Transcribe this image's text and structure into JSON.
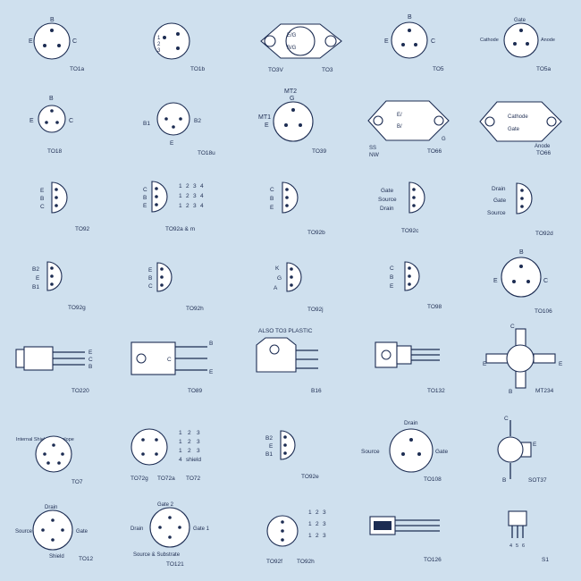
{
  "palette": {
    "background": "#cfe0ee",
    "outline": "#1c2c52",
    "body": "#ffffff",
    "text": "#1e2d52"
  },
  "packages": {
    "to1a": {
      "name": "TO1a",
      "pins": [
        "B",
        "E",
        "C"
      ]
    },
    "to1b": {
      "name": "TO1b",
      "pins": [
        "1",
        "2",
        "3"
      ]
    },
    "to3": {
      "name": "TO3",
      "alias": "TO3V",
      "pins": [
        "E/G",
        "B/G"
      ]
    },
    "to5": {
      "name": "TO5",
      "pins": [
        "B",
        "E",
        "C"
      ]
    },
    "to5a": {
      "name": "TO5a",
      "pins": [
        "Gate",
        "Cathode",
        "Anode"
      ]
    },
    "to18": {
      "name": "TO18",
      "pins": [
        "B",
        "E",
        "C"
      ]
    },
    "to18u": {
      "name": "TO18u",
      "pins": [
        "B1",
        "B2",
        "E"
      ]
    },
    "to39": {
      "name": "TO39",
      "pins": [
        "MT2",
        "G",
        "MT1",
        "E"
      ]
    },
    "to66": {
      "name": "TO66",
      "alias": "NW",
      "pins": [
        "E/",
        "B/",
        "SS",
        "G"
      ]
    },
    "to66a": {
      "name": "TO66",
      "pins": [
        "Cathode",
        "Gate",
        "Anode"
      ]
    },
    "to92": {
      "name": "TO92",
      "pins": [
        "E",
        "B",
        "C"
      ]
    },
    "to92a": {
      "name": "TO92a & m",
      "pins": [
        "C",
        "B",
        "E"
      ],
      "table": [
        [
          "1",
          "2",
          "3",
          "4"
        ],
        [
          "1",
          "2",
          "3",
          "4"
        ],
        [
          "1",
          "2",
          "3",
          "4"
        ]
      ]
    },
    "to92b": {
      "name": "TO92b",
      "pins": [
        "C",
        "B",
        "E"
      ]
    },
    "to92c": {
      "name": "TO92c",
      "pins": [
        "Gate",
        "Source",
        "Drain"
      ]
    },
    "to92d": {
      "name": "TO92d",
      "pins": [
        "Drain",
        "Gate",
        "Source"
      ]
    },
    "to92g": {
      "name": "TO92g",
      "pins": [
        "B2",
        "E",
        "B1"
      ]
    },
    "to92h": {
      "name": "TO92h",
      "pins": [
        "E",
        "B",
        "C"
      ]
    },
    "to92j": {
      "name": "TO92j",
      "pins": [
        "K",
        "G",
        "A"
      ]
    },
    "to98": {
      "name": "TO98",
      "pins": [
        "C",
        "B",
        "E"
      ]
    },
    "to106": {
      "name": "TO106",
      "pins": [
        "B",
        "E",
        "C"
      ]
    },
    "to220": {
      "name": "TO220",
      "pins": [
        "E",
        "C",
        "B"
      ]
    },
    "to89": {
      "name": "TO89",
      "pins": [
        "B",
        "C",
        "E"
      ]
    },
    "b16": {
      "name": "B16",
      "note": "ALSO TO3 PLASTIC"
    },
    "to132": {
      "name": "TO132"
    },
    "mt234": {
      "name": "MT234",
      "pins": [
        "C",
        "E",
        "E",
        "B"
      ]
    },
    "to7": {
      "name": "TO7",
      "note": "Internal Shield & Envelope"
    },
    "to72": {
      "name": "TO72",
      "alias_a": "TO72g",
      "alias_b": "TO72a",
      "legend": [
        [
          "1",
          "2",
          "3"
        ],
        [
          "1",
          "2",
          "3"
        ],
        [
          "1",
          "2",
          "3"
        ],
        [
          "4",
          "shield"
        ]
      ]
    },
    "to92e": {
      "name": "TO92e",
      "pins": [
        "B2",
        "E",
        "B1"
      ]
    },
    "to108": {
      "name": "TO108",
      "pins": [
        "Drain",
        "Source",
        "Gate"
      ]
    },
    "sot37": {
      "name": "SOT37",
      "pins": [
        "C",
        "E",
        "B"
      ]
    },
    "to12": {
      "name": "TO12",
      "pins": [
        "Drain",
        "Source",
        "Gate",
        "Shield"
      ]
    },
    "to121": {
      "name": "TO121",
      "pins": [
        "Gate 2",
        "Drain",
        "Gate 1",
        "Source & Substrate"
      ]
    },
    "to92f": {
      "name": "TO92f",
      "alias": "TO92h",
      "legend": [
        [
          "1",
          "2",
          "3"
        ],
        [
          "1",
          "2",
          "3"
        ],
        [
          "1",
          "2",
          "3"
        ]
      ]
    },
    "to126": {
      "name": "TO126"
    },
    "s1": {
      "name": "S1",
      "pins": [
        "4",
        "5",
        "6"
      ]
    }
  }
}
